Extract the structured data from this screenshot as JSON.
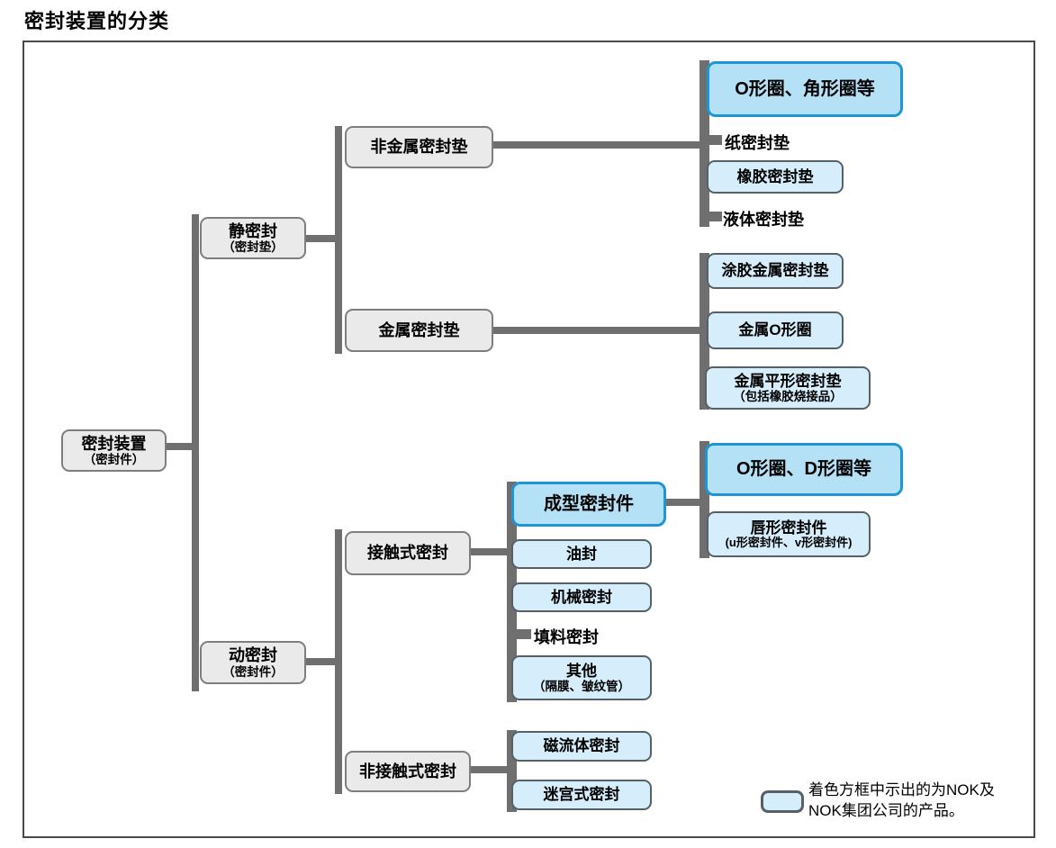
{
  "title": "密封装置的分类",
  "colors": {
    "highlight_fill": "#b5e1f6",
    "highlight_border": "#1f96d4",
    "product_fill": "#d6edfb",
    "product_border": "#566066",
    "category_fill": "#eaeaea",
    "category_border": "#7e7e7e",
    "connector": "#6f6f6f"
  },
  "nodes": {
    "root": {
      "label": "密封装置",
      "sub": "（密封件）"
    },
    "static_seal": {
      "label": "静密封",
      "sub": "（密封垫）"
    },
    "nonmetal_gasket": {
      "label": "非金属密封垫"
    },
    "oring_corner": {
      "label": "O形圈、角形圈等"
    },
    "paper_gasket": {
      "label": "纸密封垫"
    },
    "rubber_gasket": {
      "label": "橡胶密封垫"
    },
    "liquid_gasket": {
      "label": "液体密封垫"
    },
    "metal_gasket": {
      "label": "金属密封垫"
    },
    "coated_metal": {
      "label": "涂胶金属密封垫"
    },
    "metal_oring": {
      "label": "金属O形圈"
    },
    "metal_flat": {
      "label": "金属平形密封垫",
      "sub": "（包括橡胶烧接品）"
    },
    "dynamic_seal": {
      "label": "动密封",
      "sub": "（密封件）"
    },
    "contact_seal": {
      "label": "接触式密封"
    },
    "molded_seal": {
      "label": "成型密封件"
    },
    "oring_dring": {
      "label": "O形圈、D形圈等"
    },
    "lip_seal": {
      "label": "唇形密封件",
      "sub": "(u形密封件、v形密封件)"
    },
    "oil_seal": {
      "label": "油封"
    },
    "mechanical_seal": {
      "label": "机械密封"
    },
    "packing_seal": {
      "label": "填料密封"
    },
    "others": {
      "label": "其他",
      "sub": "（隔膜、皱纹管）"
    },
    "noncontact_seal": {
      "label": "非接触式密封"
    },
    "magnetic_seal": {
      "label": "磁流体密封"
    },
    "labyrinth_seal": {
      "label": "迷宫式密封"
    }
  },
  "legend": {
    "line1": "着色方框中示出的为NOK及",
    "line2": "NOK集团公司的产品。"
  }
}
